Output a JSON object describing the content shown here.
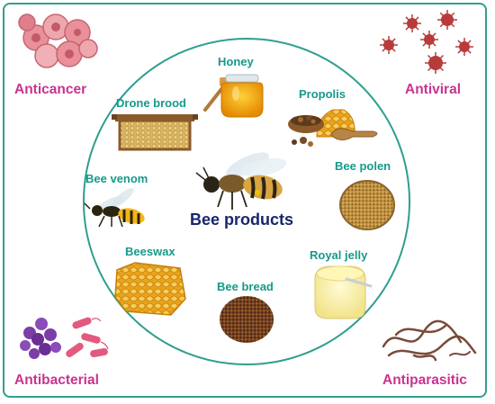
{
  "title": "Bee products",
  "colors": {
    "frame": "#2f9e8f",
    "product_label": "#159a89",
    "property_label": "#c7348f",
    "title": "#17266b",
    "honey": "#f2a20c",
    "cancer": "#e9909a",
    "virus": "#b83b3b",
    "bacteria": "#6a2e94",
    "parasite": "#7a4a3a"
  },
  "products": [
    {
      "id": "honey",
      "label": "Honey",
      "icon": "honey-jar-icon"
    },
    {
      "id": "propolis",
      "label": "Propolis",
      "icon": "propolis-spoon-icon"
    },
    {
      "id": "bee-polen",
      "label": "Bee polen",
      "icon": "pollen-bowl-icon"
    },
    {
      "id": "royal-jelly",
      "label": "Royal jelly",
      "icon": "royal-jelly-jar-icon"
    },
    {
      "id": "bee-bread",
      "label": "Bee bread",
      "icon": "bee-bread-pile-icon"
    },
    {
      "id": "beeswax",
      "label": "Beeswax",
      "icon": "honeycomb-icon"
    },
    {
      "id": "bee-venom",
      "label": "Bee venom",
      "icon": "wasp-icon"
    },
    {
      "id": "drone-brood",
      "label": "Drone brood",
      "icon": "brood-frame-icon"
    }
  ],
  "properties": [
    {
      "id": "anticancer",
      "label": "Anticancer",
      "icon": "cancer-cells-icon"
    },
    {
      "id": "antiviral",
      "label": "Antiviral",
      "icon": "virus-icon"
    },
    {
      "id": "antibacterial",
      "label": "Antibacterial",
      "icon": "bacteria-icon"
    },
    {
      "id": "antiparasitic",
      "label": "Antiparasitic",
      "icon": "parasite-worms-icon"
    }
  ]
}
